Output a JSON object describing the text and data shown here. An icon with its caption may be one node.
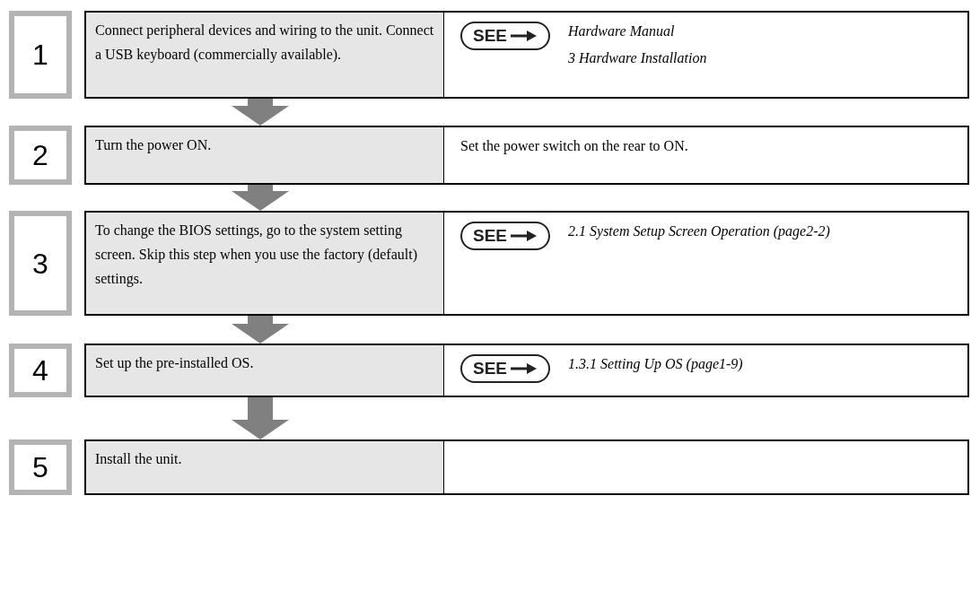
{
  "diagram": {
    "nodes": [
      {
        "text": [
          "1"
        ]
      },
      {
        "text": [
          "Connect peripheral devices and wiring to the unit. Connect a USB keyboard (commercially available)."
        ]
      },
      {
        "text": [
          "Hardware Manual",
          "3 Hardware Installation"
        ]
      },
      {
        "text": [
          "SEE"
        ],
        "in": 2
      },
      {
        "text": [
          "2"
        ]
      },
      {
        "text": [
          "Turn the power ON."
        ]
      },
      {
        "text": [
          "Set the power switch on the rear to ON."
        ]
      },
      {
        "text": [
          "3"
        ]
      },
      {
        "text": [
          "To change the BIOS settings, go to the system setting screen. Skip this step when you use the factory (default) settings."
        ]
      },
      {
        "text": [
          "2.1 System Setup Screen Operation (page2-2)"
        ]
      },
      {
        "text": [
          "SEE"
        ],
        "in": 9
      },
      {
        "text": [
          "4"
        ]
      },
      {
        "text": [
          "Set up the pre-installed OS."
        ]
      },
      {
        "text": [
          "1.3.1 Setting Up OS (page1-9)"
        ]
      },
      {
        "text": [
          "SEE"
        ],
        "in": 13
      },
      {
        "text": [
          "5"
        ]
      },
      {
        "text": [
          "Install the unit."
        ]
      },
      {
        "text": [],
        "shape": "box"
      }
    ],
    "edges": [
      {
        "from": 1,
        "to": 5,
        "arrow": "to"
      },
      {
        "from": 5,
        "to": 8,
        "arrow": "to"
      },
      {
        "from": 8,
        "to": 12,
        "arrow": "to"
      },
      {
        "from": 12,
        "to": 16,
        "arrow": "to"
      }
    ]
  }
}
